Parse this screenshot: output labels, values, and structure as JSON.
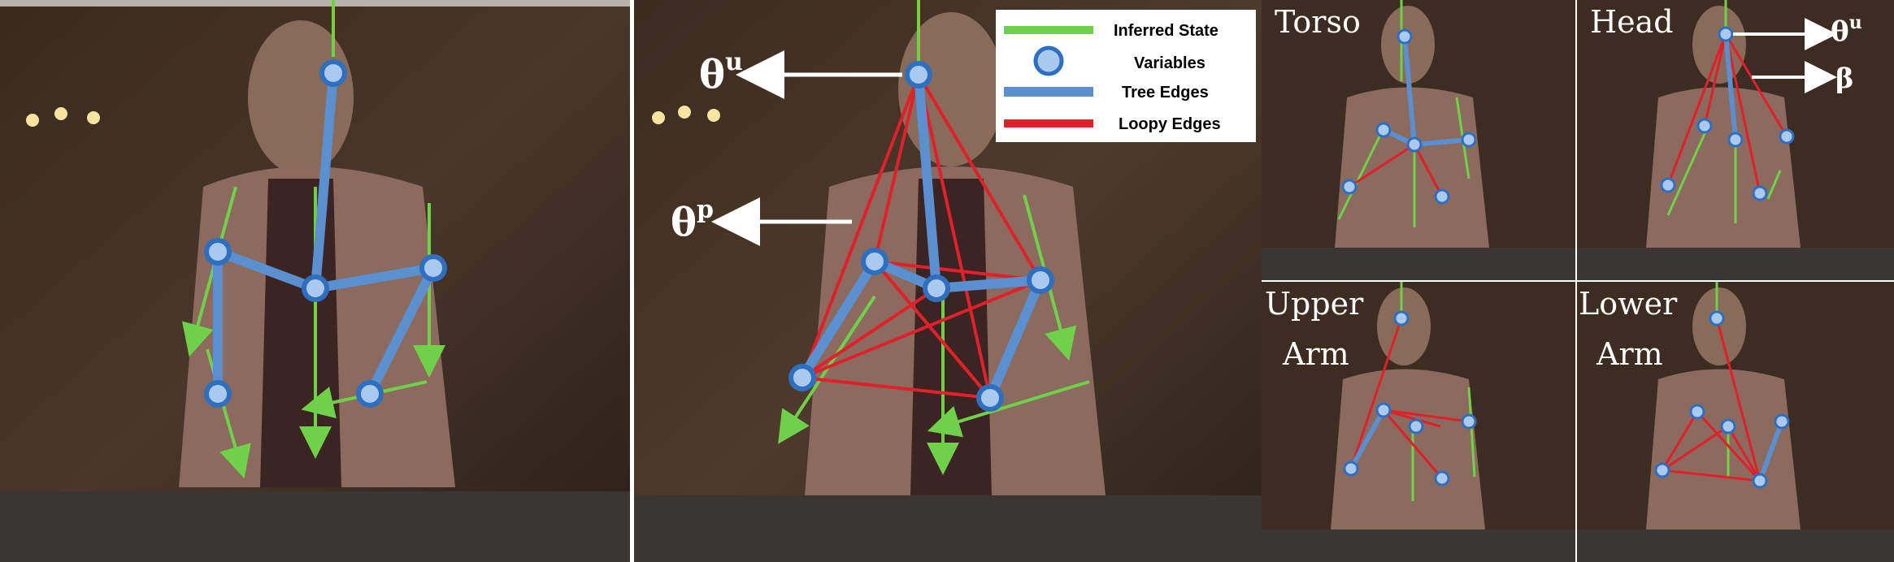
{
  "legend": {
    "inferred_state": "Inferred State",
    "variables": "Variables",
    "tree_edges": "Tree Edges",
    "loopy_edges": "Loopy Edges",
    "colors": {
      "green": "#6fd14a",
      "blue": "#5a8fd0",
      "red": "#e0202a",
      "node_fill": "#a9c9ef",
      "node_stroke": "#2f6fc0"
    }
  },
  "middle_labels": {
    "theta_u": "θ",
    "theta_u_sup": "u",
    "theta_p": "θ",
    "theta_p_sup": "p"
  },
  "subpanels": {
    "torso": "Torso",
    "head": "Head",
    "upper_arm_1": "Upper",
    "upper_arm_2": "Arm",
    "lower_arm_1": "Lower",
    "lower_arm_2": "Arm"
  },
  "head_labels": {
    "theta": "θ",
    "theta_sup": "u",
    "beta": "β"
  }
}
